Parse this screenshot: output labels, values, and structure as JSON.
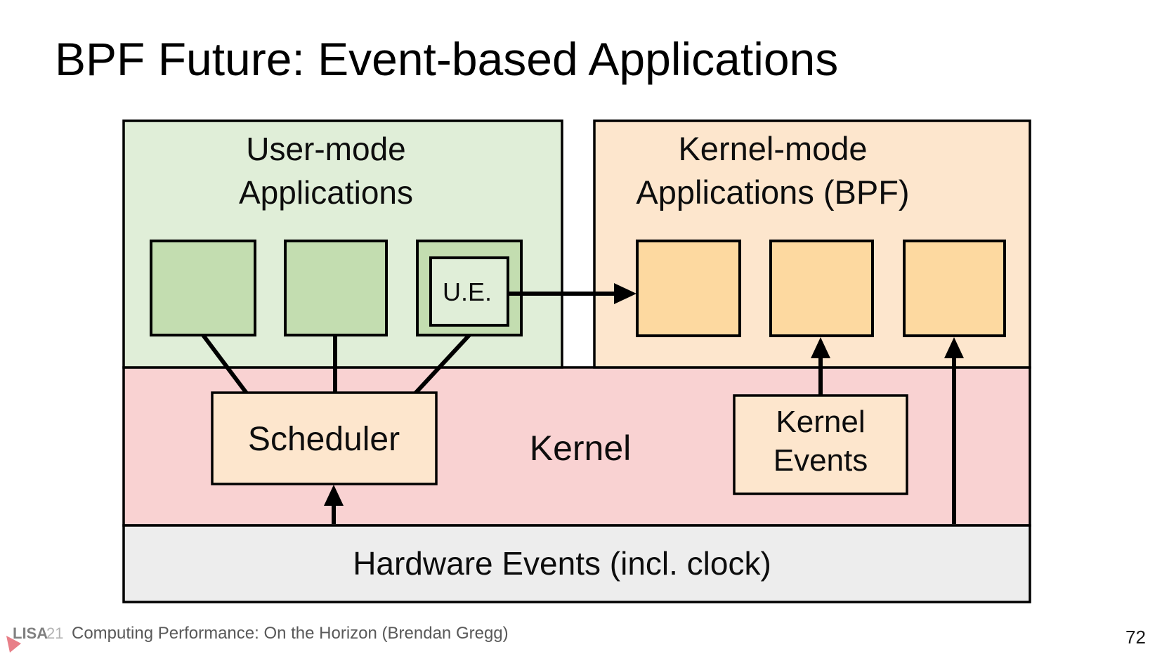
{
  "slide": {
    "title": "BPF Future: Event-based Applications",
    "page_number": "72"
  },
  "footer": {
    "logo_bold": "LISA",
    "logo_year": "21",
    "text": "Computing Performance: On the Horizon (Brendan Gregg)"
  },
  "diagram": {
    "user_mode": {
      "label_line1": "User-mode",
      "label_line2": "Applications",
      "ue_label": "U.E."
    },
    "kernel_mode": {
      "label_line1": "Kernel-mode",
      "label_line2": "Applications (BPF)"
    },
    "kernel": {
      "label": "Kernel",
      "scheduler_label": "Scheduler",
      "kernel_events_line1": "Kernel",
      "kernel_events_line2": "Events"
    },
    "hardware": {
      "label": "Hardware Events (incl. clock)"
    }
  },
  "colors": {
    "user_mode_bg": "#e0eed8",
    "user_mode_box": "#c3ddb0",
    "ue_inner_bg": "#e0eed8",
    "kernel_mode_bg": "#fde6cd",
    "kernel_mode_box": "#fdd9a0",
    "kernel_bg": "#f9d2d2",
    "panel_bg": "#fde6cd",
    "hardware_bg": "#ededed",
    "line_black": "#000000",
    "logo_gray": "#808080",
    "logo_year_gray": "#b3b3b3",
    "logo_triangle": "#e87f88",
    "footer_gray": "#595959",
    "page_number_color": "#1a1a1a"
  }
}
